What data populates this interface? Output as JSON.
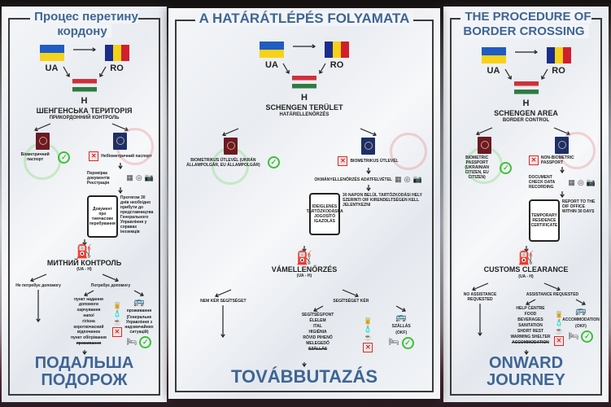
{
  "posters": {
    "ua": {
      "title": "Процес перетину кордону",
      "ua_label": "UA",
      "ro_label": "RO",
      "h_label": "H",
      "schengen": "ШЕНГЕНСЬКА ТЕРИТОРІЯ",
      "border_control": "ПРИКОРДОННИЙ КОНТРОЛЬ",
      "biometric_passport": "Біометричний паспорт",
      "non_biometric": "Небіометричний паспорт",
      "fingerprint": "Перевірка документів Реєстрація",
      "doc_text": "Документ про тимчасове перебування",
      "doc_note": "Протягом 30 днів необхідно прибути до представництва Генерального Управління у справах іноземців",
      "customs": "МИТНИЙ КОНТРОЛЬ",
      "customs_sub": "(UA - H)",
      "no_assistance": "Не потребує допомогу",
      "assistance": "Потребує допомогу",
      "help_point": "пункт надання допомоги",
      "services": [
        "харчування",
        "напої",
        "гігієна",
        "короткочасний відпочинок",
        "пункт обігрівання"
      ],
      "accommodation": "проживання",
      "shelter_label": "проживання",
      "shelter_sub": "(Генеральне Управління з надзвичайних ситуацій)",
      "onward": "ПОДАЛЬША ПОДОРОЖ"
    },
    "hu": {
      "title": "A HATÁRÁTLÉPÉS FOLYAMATA",
      "ua_label": "UA",
      "ro_label": "RO",
      "h_label": "H",
      "schengen": "SCHENGEN TERÜLET",
      "border_control": "HATÁRELLENŐRZÉS",
      "biometric_passport": "BIOMETRIKUS ÚTLEVÉL (UKRÁN ÁLLAMPOLGÁR, EU ÁLLAMPOLGÁR)",
      "non_biometric": "BIOMETRIKUS ÚTLEVÉL",
      "fingerprint": "OKMÁNYELLENŐRZÉS ADATFELVÉTEL",
      "doc_text": "IDEIGLENES TARTÓZKODÁSRA JOGOSÍTÓ IGAZOLÁS",
      "doc_note": "30 NAPON BELÜL TARTÓZKODÁSI HELY SZERINTI OIF KIRENDELTSÉGEN KELL JELENTKEZNI",
      "customs": "VÁMELLENŐRZÉS",
      "customs_sub": "(UA - H)",
      "no_assistance": "NEM KÉR SEGÍTSÉGET",
      "assistance": "SEGÍTSÉGET KÉR",
      "help_point": "SEGÍTSÉGPONT",
      "services": [
        "ÉLELEM",
        "ITAL",
        "HIGIÉNIA",
        "RÖVID PIHENŐ",
        "MELEGEDŐ"
      ],
      "accommodation": "SZÁLLÁS",
      "shelter_label": "SZÁLLÁS",
      "shelter_sub": "(OKF)",
      "onward": "TOVÁBBUTAZÁS"
    },
    "en": {
      "title": "THE PROCEDURE OF BORDER CROSSING",
      "ua_label": "UA",
      "ro_label": "RO",
      "h_label": "H",
      "schengen": "SCHENGEN AREA",
      "border_control": "BORDER CONTROL",
      "biometric_passport": "BIOMETRIC PASSPORT (UKRAINIAN CITIZEN, EU CITIZEN)",
      "non_biometric": "NON-BIOMETRIC PASSPORT",
      "fingerprint": "DOCUMENT CHECK DATA RECORDING",
      "doc_text": "TEMPORARY RESIDENCE CERTIFICATE",
      "doc_note": "REPORT TO THE OIF OFFICE WITHIN 30 DAYS",
      "customs": "CUSTOMS CLEARANCE",
      "customs_sub": "(UA - H)",
      "no_assistance": "NO ASSISTANCE REQUESTED",
      "assistance": "ASSISTANCE REQUESTED",
      "help_point": "HELP CENTRE",
      "services": [
        "FOOD",
        "BEVERAGES",
        "SANITATION",
        "SHORT REST",
        "WARMING SHELTER"
      ],
      "accommodation": "ACCOMMODATION",
      "shelter_label": "ACCOMMODATION",
      "shelter_sub": "(OKF)",
      "onward": "ONWARD JOURNEY"
    }
  },
  "colors": {
    "title_blue": "#3e6594",
    "check_green": "#3fbf3a",
    "cross_red": "#d72b2b"
  }
}
